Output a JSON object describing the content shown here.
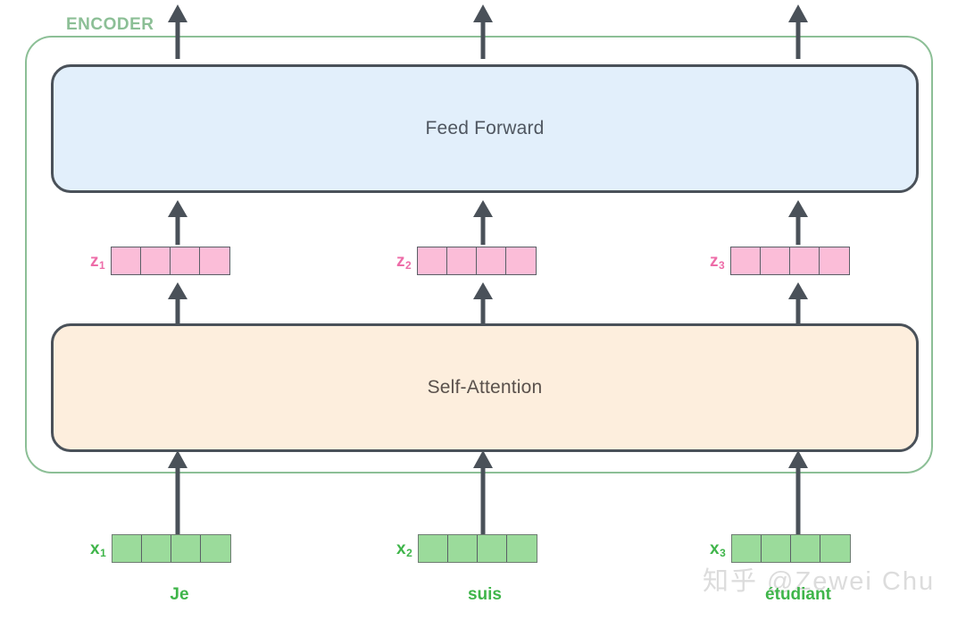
{
  "diagram": {
    "encoder_label": "ENCODER",
    "sublayers": [
      {
        "name": "feed-forward",
        "title": "Feed Forward"
      },
      {
        "name": "self-attention",
        "title": "Self-Attention"
      }
    ],
    "z_vectors": [
      {
        "label": "z",
        "sub": "1",
        "cells": 4
      },
      {
        "label": "z",
        "sub": "2",
        "cells": 4
      },
      {
        "label": "z",
        "sub": "3",
        "cells": 4
      }
    ],
    "x_vectors": [
      {
        "label": "x",
        "sub": "1",
        "cells": 4
      },
      {
        "label": "x",
        "sub": "2",
        "cells": 4
      },
      {
        "label": "x",
        "sub": "3",
        "cells": 4
      }
    ],
    "words": [
      "Je",
      "suis",
      "étudiant"
    ],
    "watermark": "知乎 @Zewei Chu",
    "colors": {
      "encoder_border": "#8cbf96",
      "encoder_label": "#8cbf96",
      "feed_forward_fill": "#e2effb",
      "self_attention_fill": "#fdeedd",
      "sublayer_border": "#4a5159",
      "z_fill": "#fbbdd8",
      "z_label": "#ed6ca8",
      "x_fill": "#9bdb9b",
      "x_label": "#3fb54a",
      "arrow": "#4a5159",
      "watermark": "#dcdcdc"
    }
  }
}
